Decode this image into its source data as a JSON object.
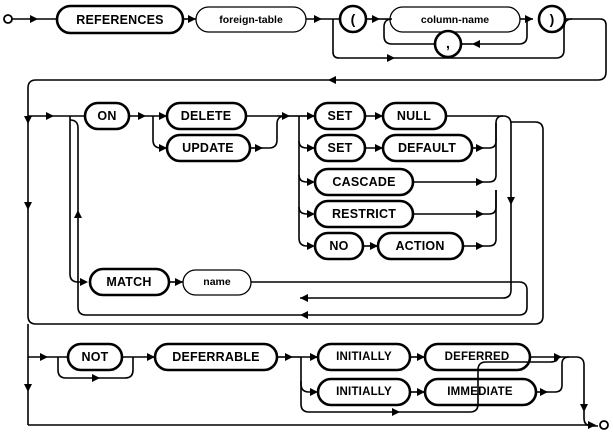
{
  "diagram": {
    "kind": "railroad-syntax-diagram",
    "title": "REFERENCES foreign key clause",
    "stroke_color": "#000000",
    "background_color": "#ffffff",
    "start_marker": "start-circle",
    "end_marker": "end-circle",
    "nodes": {
      "references": {
        "label": "REFERENCES",
        "type": "terminal"
      },
      "foreign_table": {
        "label": "foreign-table",
        "type": "nonterminal"
      },
      "lparen": {
        "label": "(",
        "type": "terminal-punct"
      },
      "column_name": {
        "label": "column-name",
        "type": "nonterminal"
      },
      "comma": {
        "label": ",",
        "type": "terminal-punct"
      },
      "rparen": {
        "label": ")",
        "type": "terminal-punct"
      },
      "on": {
        "label": "ON",
        "type": "terminal"
      },
      "delete": {
        "label": "DELETE",
        "type": "terminal"
      },
      "update": {
        "label": "UPDATE",
        "type": "terminal"
      },
      "set1": {
        "label": "SET",
        "type": "terminal"
      },
      "null": {
        "label": "NULL",
        "type": "terminal"
      },
      "set2": {
        "label": "SET",
        "type": "terminal"
      },
      "default": {
        "label": "DEFAULT",
        "type": "terminal"
      },
      "cascade": {
        "label": "CASCADE",
        "type": "terminal"
      },
      "restrict": {
        "label": "RESTRICT",
        "type": "terminal"
      },
      "no": {
        "label": "NO",
        "type": "terminal"
      },
      "action": {
        "label": "ACTION",
        "type": "terminal"
      },
      "match": {
        "label": "MATCH",
        "type": "terminal"
      },
      "name": {
        "label": "name",
        "type": "nonterminal"
      },
      "not": {
        "label": "NOT",
        "type": "terminal"
      },
      "deferrable": {
        "label": "DEFERRABLE",
        "type": "terminal"
      },
      "initially1": {
        "label": "INITIALLY",
        "type": "terminal"
      },
      "deferred": {
        "label": "DEFERRED",
        "type": "terminal"
      },
      "initially2": {
        "label": "INITIALLY",
        "type": "terminal"
      },
      "immediate": {
        "label": "IMMEDIATE",
        "type": "terminal"
      }
    }
  }
}
